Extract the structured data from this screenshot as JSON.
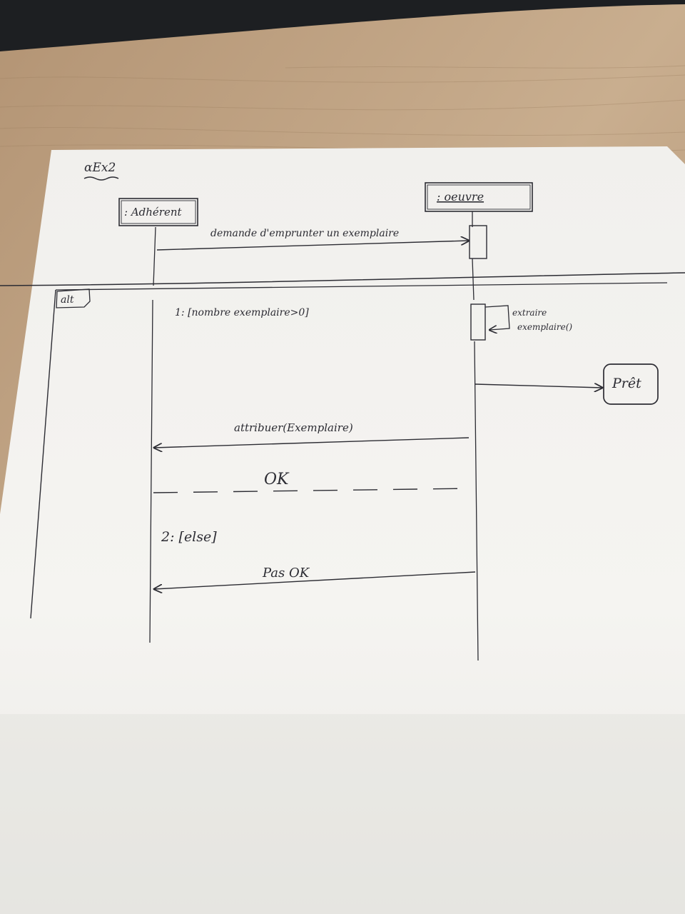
{
  "photo": {
    "colors": {
      "wood_light": "#c7ac8c",
      "wood_dark": "#9b7d5f",
      "paper": "#f3f2ef",
      "paper_shadow": "#d9d7d3",
      "ink": "#2c2c33",
      "device": "#1d1f22"
    }
  },
  "diagram": {
    "title": "αEx2",
    "lifelines": {
      "adherent": ": Adhérent",
      "oeuvre": ": oeuvre"
    },
    "messages": {
      "request": "demande d'emprunter un exemplaire",
      "self_call": [
        "extraire",
        "exemplaire()"
      ],
      "assign": "attribuer(Exemplaire)",
      "ok": "OK",
      "not_ok": "Pas OK"
    },
    "fragment": {
      "operator": "alt",
      "guard1": "1: [nombre exemplaire>0]",
      "guard2": "2: [else]"
    },
    "external_state": "Prêt"
  }
}
